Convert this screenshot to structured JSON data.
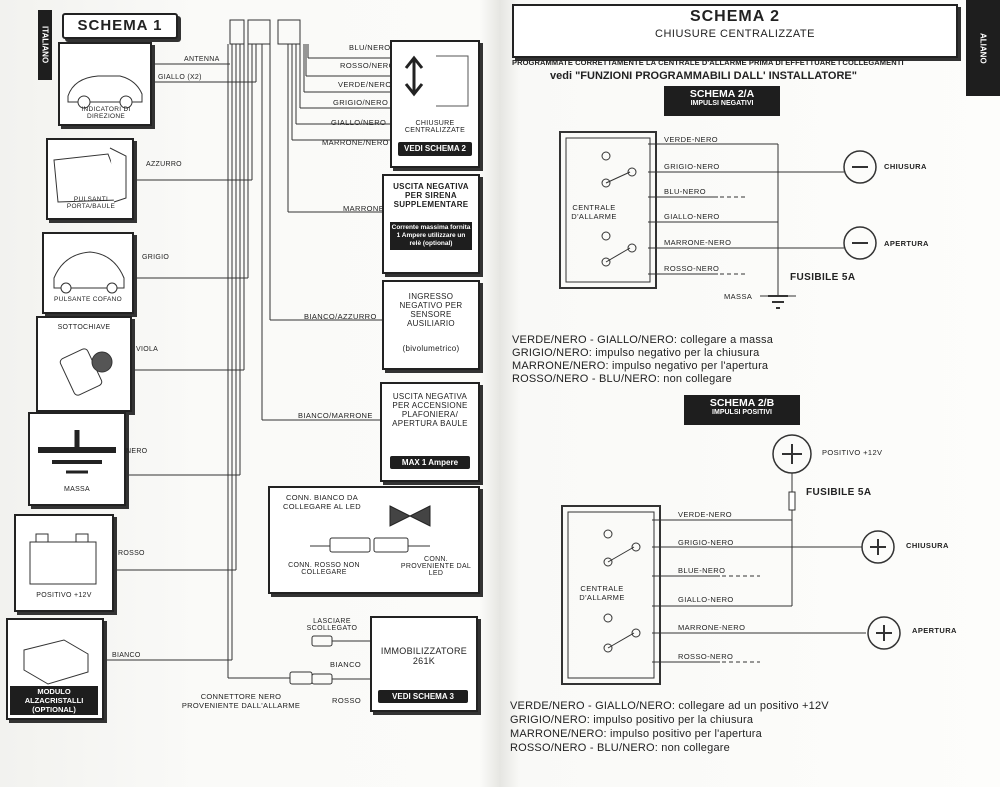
{
  "left_page": {
    "side_tab": "ITALIANO",
    "title": "SCHEMA 1",
    "left_boxes": [
      {
        "label": "INDICATORI DI DIREZIONE",
        "wire": "GIALLO (x2)"
      },
      {
        "label": "PULSANTI PORTA/BAULE",
        "wire": "AZZURRO"
      },
      {
        "label": "PULSANTE COFANO",
        "wire": "GRIGIO"
      },
      {
        "label": "SOTTOCHIAVE",
        "wire": "VIOLA"
      },
      {
        "label": "MASSA",
        "wire": "NERO"
      },
      {
        "label": "POSITIVO +12V",
        "wire": "ROSSO"
      },
      {
        "label": "MODULO ALZACRISTALLI (OPTIONAL)",
        "wire": "BIANCO"
      }
    ],
    "antenna_label": "ANTENNA",
    "chiusure_box": {
      "wires": [
        "BLU/NERO",
        "ROSSO/NERO",
        "VERDE/NERO",
        "GRIGIO/NERO",
        "GIALLO/NERO",
        "MARRONE/NERO"
      ],
      "label": "CHIUSURE CENTRALIZZATE",
      "badge": "VEDI SCHEMA 2"
    },
    "sirena_box": {
      "wire": "MARRONE",
      "title": "USCITA NEGATIVA PER SIRENA SUPPLEMENTARE",
      "note": "Corrente massima fornita 1 Ampere utilizzare un relè (optional)"
    },
    "sensore_box": {
      "wire": "BIANCO/AZZURRO",
      "title": "INGRESSO NEGATIVO PER SENSORE AUSILIARIO",
      "subtitle": "(bivolumetrico)"
    },
    "plafoniera_box": {
      "wire": "BIANCO/MARRONE",
      "title": "USCITA NEGATIVA PER ACCENSIONE PLAFONIERA/ APERTURA BAULE",
      "badge": "MAX 1 Ampere"
    },
    "led_box": {
      "title": "CONN. BIANCO DA COLLEGARE AL LED",
      "left_label": "CONN. ROSSO NON COLLEGARE",
      "right_label": "CONN. PROVENIENTE DAL LED"
    },
    "immobilizzatore_box": {
      "lasciare": "LASCIARE SCOLLEGATO",
      "bianco": "BIANCO",
      "rosso": "ROSSO",
      "title": "IMMOBILIZZATORE 261K",
      "badge": "VEDI SCHEMA 3"
    },
    "connettore_label": "CONNETTORE NERO PROVENIENTE DALL'ALLARME"
  },
  "right_page": {
    "side_tab": "ALIANO",
    "title": "SCHEMA 2",
    "subtitle": "CHIUSURE CENTRALIZZATE",
    "program_line1": "PROGRAMMATE CORRETTAMENTE LA CENTRALE D'ALLARME PRIMA DI EFFETTUARE I COLLEGAMENTI",
    "program_line2": "vedi \"FUNZIONI PROGRAMMABILI DALL' INSTALLATORE\"",
    "schema_a": {
      "title": "SCHEMA 2/A",
      "subtitle": "IMPULSI NEGATIVI",
      "centrale": "CENTRALE D'ALLARME",
      "wires": [
        "VERDE-NERO",
        "GRIGIO-NERO",
        "BLU-NERO",
        "GIALLO-NERO",
        "MARRONE-NERO",
        "ROSSO-NERO"
      ],
      "chiusura": "CHIUSURA",
      "apertura": "APERTURA",
      "fusibile": "FUSIBILE 5A",
      "massa": "MASSA",
      "notes": [
        "VERDE/NERO - GIALLO/NERO: collegare a massa",
        "GRIGIO/NERO: impulso negativo per la chiusura",
        "MARRONE/NERO: impulso negativo per l'apertura",
        "ROSSO/NERO - BLU/NERO: non collegare"
      ]
    },
    "schema_b": {
      "title": "SCHEMA 2/B",
      "subtitle": "IMPULSI POSITIVI",
      "positivo": "POSITIVO +12V",
      "fusibile": "FUSIBILE 5A",
      "centrale": "CENTRALE D'ALLARME",
      "wires": [
        "VERDE-NERO",
        "GRIGIO-NERO",
        "BLUE-NERO",
        "GIALLO-NERO",
        "MARRONE-NERO",
        "ROSSO-NERO"
      ],
      "chiusura": "CHIUSURA",
      "apertura": "APERTURA",
      "notes": [
        "VERDE/NERO - GIALLO/NERO: collegare ad un positivo +12V",
        "GRIGIO/NERO: impulso positivo per la chiusura",
        "MARRONE/NERO: impulso positivo per l'apertura",
        "ROSSO/NERO - BLU/NERO: non collegare"
      ]
    }
  }
}
